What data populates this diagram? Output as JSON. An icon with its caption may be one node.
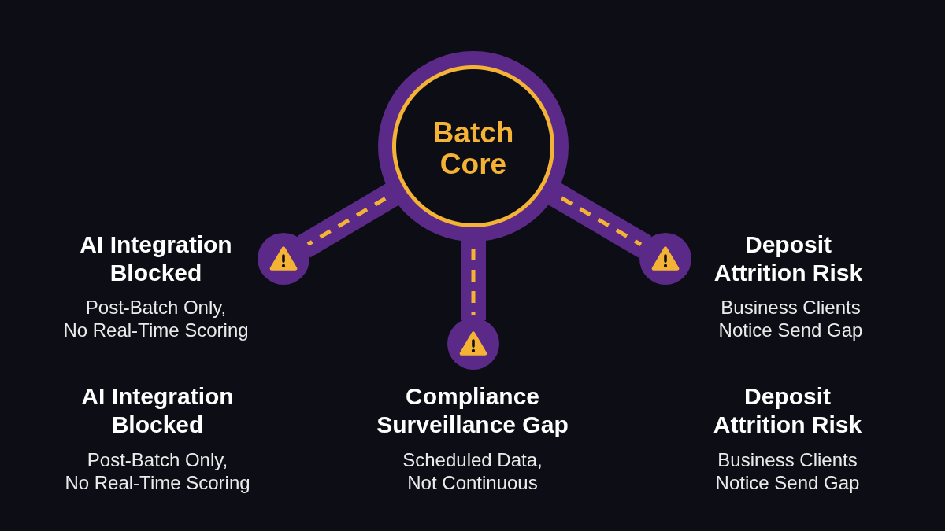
{
  "diagram": {
    "nodes": [
      {
        "text": [
          "Batch Core"
        ]
      },
      {
        "text": [],
        "shape": "circle",
        "beside": [
          "AI Integration Blocked",
          "Post-Batch Only, No Real-Time Scoring"
        ]
      },
      {
        "text": [],
        "shape": "circle",
        "beside": [
          "Deposit Attrition Risk",
          "Business Clients Notice Send Gap"
        ]
      },
      {
        "text": [],
        "shape": "circle",
        "beside": [
          "Compliance Surveillance Gap",
          "Scheduled Data, Not Continuous"
        ]
      }
    ],
    "edges": [
      {
        "from": 0,
        "to": 1,
        "arrow": "none"
      },
      {
        "from": 0,
        "to": 2,
        "arrow": "none"
      },
      {
        "from": 0,
        "to": 3,
        "arrow": "none"
      }
    ],
    "labels": [
      "AI Integration Blocked",
      "Post-Batch Only, No Real-Time Scoring",
      "Deposit Attrition Risk",
      "Business Clients Notice Send Gap"
    ]
  }
}
